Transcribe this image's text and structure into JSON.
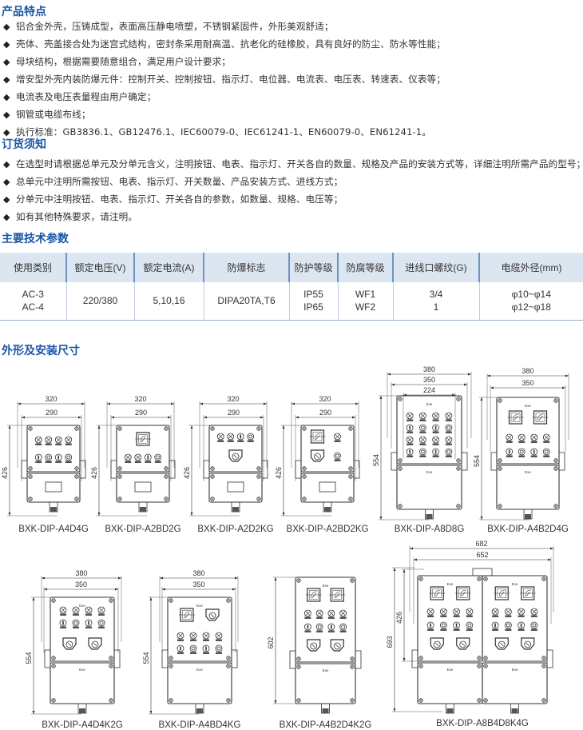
{
  "features": {
    "title": "产品特点",
    "items": [
      "铝合金外壳，压铸成型，表面高压静电喷塑，不锈钢紧固件，外形美观舒适；",
      "壳体、壳盖接合处为迷宫式结构，密封条采用耐高温、抗老化的硅橡胶，具有良好的防尘、防水等性能；",
      "母块结构，根据需要随意组合，满足用户设计要求；",
      "增安型外壳内装防爆元件：控制开关、控制按钮、指示灯、电位器、电流表、电压表、转速表、仪表等；",
      "电流表及电压表量程由用户确定；",
      "钢管或电缆布线；",
      "执行标准：GB3836.1、GB12476.1、IEC60079-0、IEC61241-1、EN60079-0、EN61241-1。"
    ]
  },
  "ordering": {
    "title": "订货须知",
    "items": [
      "在选型时请根据总单元及分单元含义，注明按钮、电表、指示灯、开关各自的数量、规格及产品的安装方式等，详细注明所需产品的型号；",
      "总单元中注明所需按钮、电表、指示灯、开关数量、产品安装方式、进线方式；",
      "分单元中注明按钮、电表、指示灯、开关各自的参数，如数量、规格、电压等；",
      "如有其他特殊要求，请注明。"
    ]
  },
  "specs": {
    "title": "主要技术参数",
    "headers": [
      "使用类别",
      "额定电压(V)",
      "额定电流(A)",
      "防爆标志",
      "防护等级",
      "防腐等级",
      "进线口螺纹(G)",
      "电缆外径(mm)"
    ],
    "row": [
      [
        "AC-3",
        "AC-4"
      ],
      [
        "220/380"
      ],
      [
        "5,10,16"
      ],
      [
        "DIPA20TA,T6"
      ],
      [
        "IP55",
        "IP65"
      ],
      [
        "WF1",
        "WF2"
      ],
      [
        "3/4",
        "1"
      ],
      [
        "φ10~φ14",
        "φ12~φ18"
      ]
    ]
  },
  "dimensions": {
    "title": "外形及安装尺寸",
    "panel_label": "Exe",
    "models": [
      {
        "name": "BXK-DIP-A4D4G",
        "widths": [
          "320",
          "290"
        ],
        "heights": [
          "426"
        ]
      },
      {
        "name": "BXK-DIP-A2BD2G",
        "widths": [
          "320",
          "290"
        ],
        "heights": [
          "426"
        ]
      },
      {
        "name": "BXK-DIP-A2D2KG",
        "widths": [
          "320",
          "290"
        ],
        "heights": [
          "426"
        ]
      },
      {
        "name": "BXK-DIP-A2BD2KG",
        "widths": [
          "320",
          "290"
        ],
        "heights": [
          "426"
        ]
      },
      {
        "name": "BXK-DIP-A8D8G",
        "widths": [
          "380",
          "350",
          "224"
        ],
        "heights": [
          "554"
        ]
      },
      {
        "name": "BXK-DIP-A4B2D4G",
        "widths": [
          "380",
          "350"
        ],
        "heights": [
          "554"
        ]
      },
      {
        "name": "BXK-DIP-A4D4K2G",
        "widths": [
          "380",
          "350"
        ],
        "heights": [
          "554"
        ]
      },
      {
        "name": "BXK-DIP-A4BD4KG",
        "widths": [
          "380",
          "350"
        ],
        "heights": [
          "554"
        ]
      },
      {
        "name": "BXK-DIP-A4B2D4K2G",
        "widths": [],
        "heights": [
          "602"
        ]
      },
      {
        "name": "BXK-DIP-A8B4D8K4G",
        "widths": [
          "682",
          "652"
        ],
        "heights": [
          "426",
          "693"
        ]
      }
    ]
  }
}
